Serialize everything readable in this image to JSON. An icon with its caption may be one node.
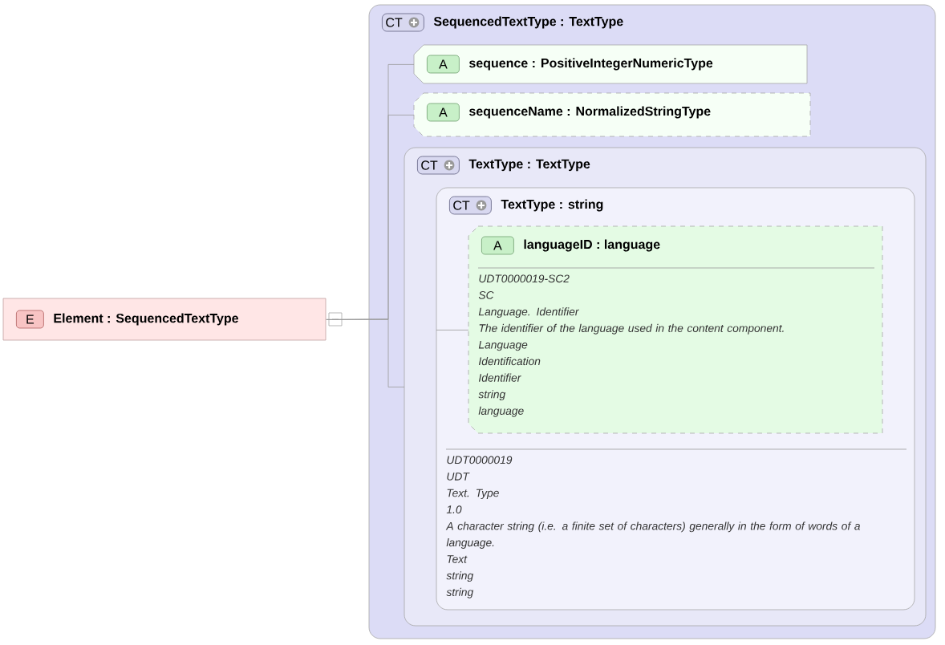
{
  "diagram": {
    "nodes": [
      {
        "text": [
          "E",
          "Element : SequencedTextType"
        ]
      },
      {
        "text": [
          "CT",
          "SequencedTextType : TextType"
        ]
      },
      {
        "text": [
          "A",
          "sequence : PositiveIntegerNumericType"
        ],
        "in": 1
      },
      {
        "text": [
          "A",
          "sequenceName : NormalizedStringType"
        ],
        "in": 1
      },
      {
        "text": [
          "CT",
          "TextType : TextType"
        ],
        "in": 1
      },
      {
        "text": [
          "CT",
          "TextType : string",
          "UDT0000019",
          "UDT",
          "Text. Type",
          "1.0",
          "A character string (i.e. a finite set of characters) generally in the form of words of a language.",
          "Text",
          "string",
          "string"
        ],
        "in": 4
      },
      {
        "text": [
          "A",
          "languageID : language",
          "UDT0000019-SC2",
          "SC",
          "Language. Identifier",
          "The identifier of the language used in the content component.",
          "Language",
          "Identification",
          "Identifier",
          "string",
          "language"
        ],
        "in": 5
      }
    ],
    "edges": [
      {
        "from": 0,
        "to": 2,
        "arrow": "none"
      },
      {
        "from": 0,
        "to": 3,
        "arrow": "none"
      },
      {
        "from": 0,
        "to": 4,
        "arrow": "none"
      },
      {
        "from": 5,
        "to": 6,
        "arrow": "none"
      }
    ]
  }
}
